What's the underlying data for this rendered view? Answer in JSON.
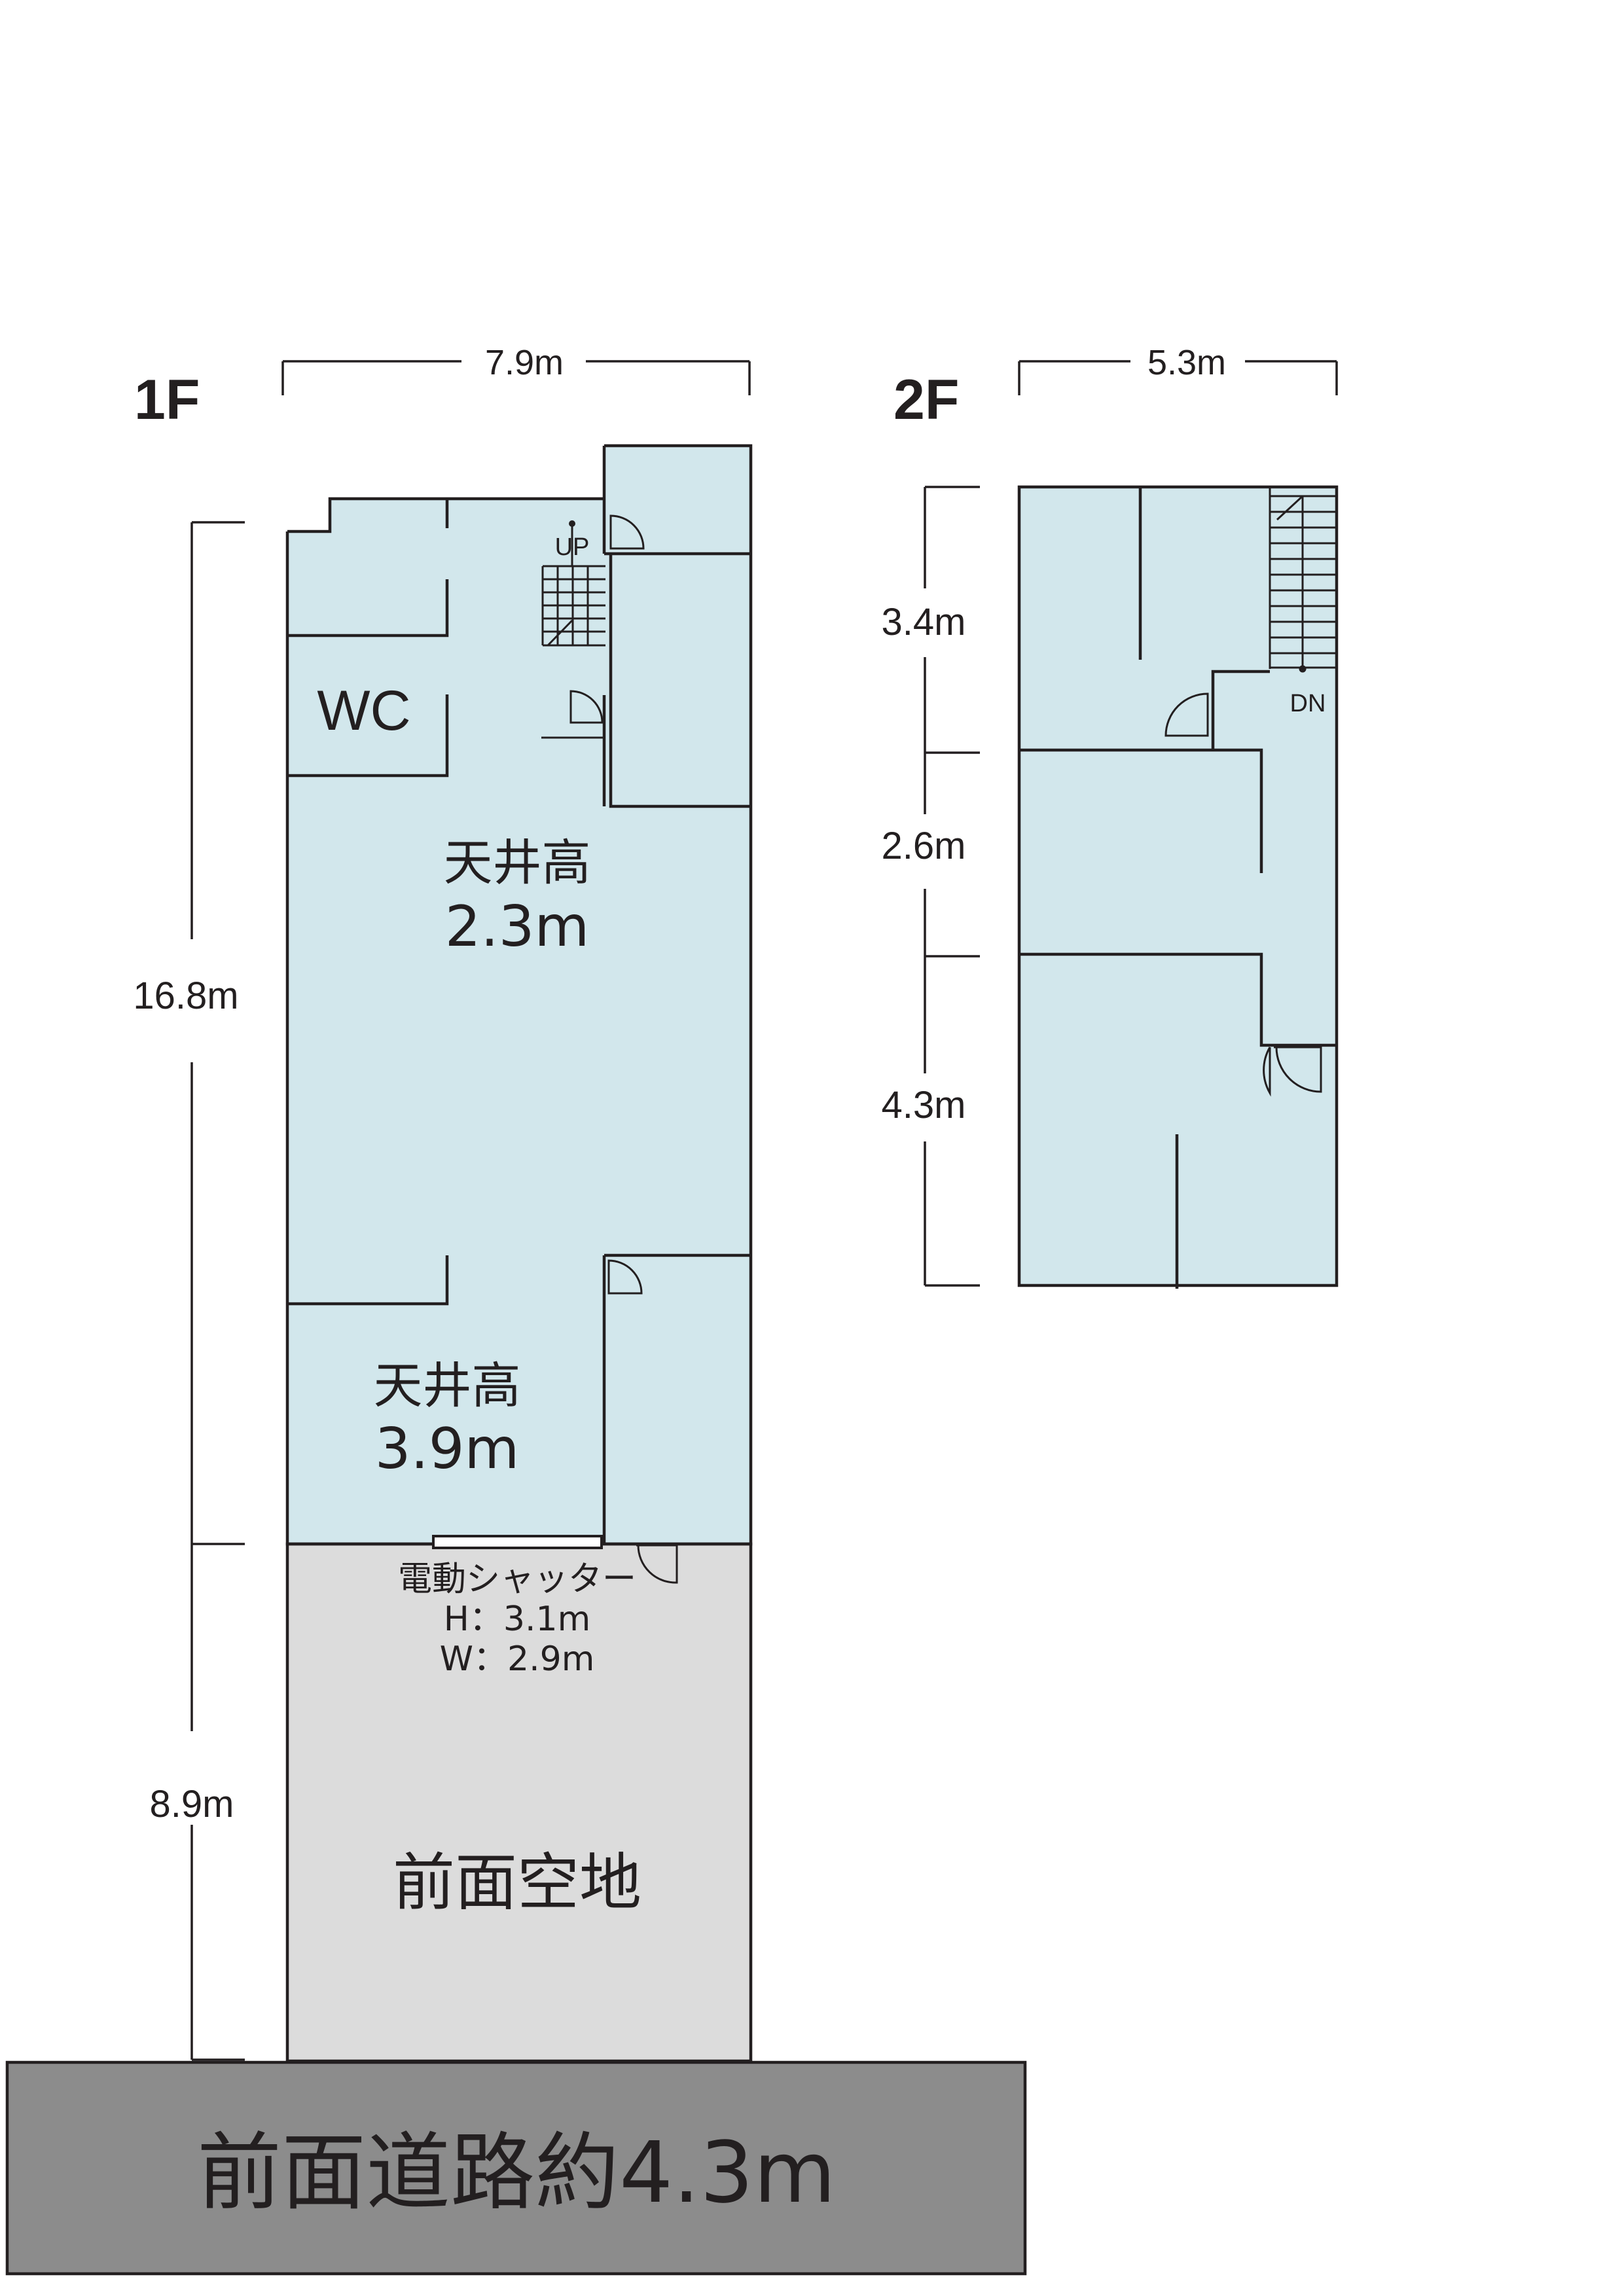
{
  "floor_1f": {
    "label": "1F",
    "width_dim": "7.9m",
    "height_main_dim": "16.8m",
    "height_front_dim": "8.9m",
    "stairs_label": "UP",
    "wc_label": "WC",
    "ceiling_a_label": "天井高",
    "ceiling_a_value": "2.3m",
    "ceiling_b_label": "天井高",
    "ceiling_b_value": "3.9m",
    "shutter_label": "電動シャッター",
    "shutter_height": "H：3.1m",
    "shutter_width": "W：2.9m",
    "front_space_label": "前面空地"
  },
  "floor_2f": {
    "label": "2F",
    "width_dim": "5.3m",
    "height_dim_1": "3.4m",
    "height_dim_2": "2.6m",
    "height_dim_3": "4.3m",
    "stairs_label": "DN"
  },
  "road": {
    "label": "前面道路約4.3m"
  },
  "colors": {
    "room_fill": "#d2e7ec",
    "open_space_fill": "#dcdcdc",
    "road_fill": "#8c8c8c",
    "line": "#231f20"
  }
}
